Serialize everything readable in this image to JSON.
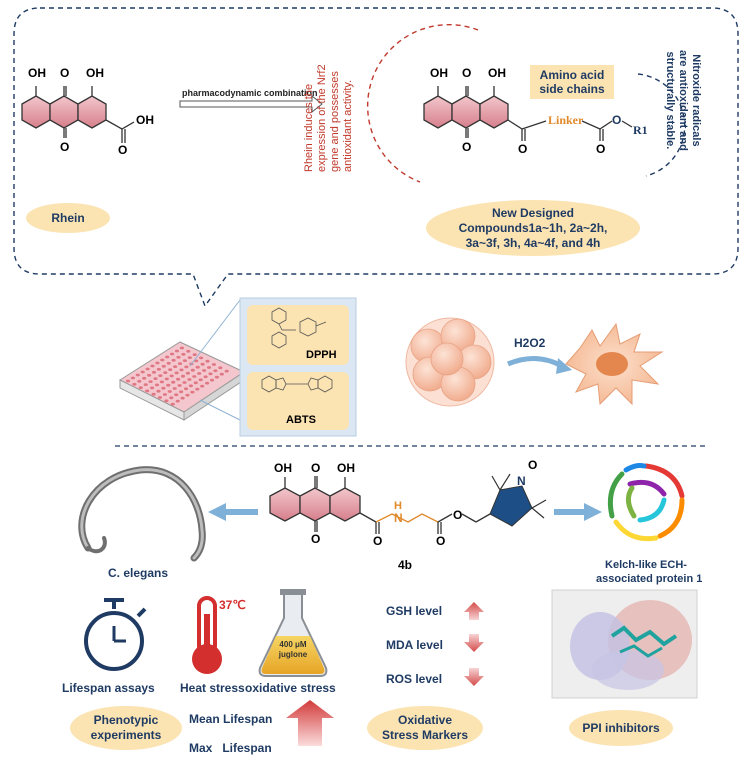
{
  "top_panel": {
    "rhein_label": "Rhein",
    "arrow_label": "pharmacodynamic combination",
    "rhein_note": [
      "Rhein induces the",
      "expression of the Nrf2",
      "gene and possesses",
      "antioxidant activity."
    ],
    "amino_box": [
      "Amino acid",
      "side chains"
    ],
    "linker_label": "Linker",
    "r1_label": "R1",
    "nitroxide_note": [
      "Nitroxide radicals",
      "are antioxidant and",
      "structurally stable."
    ],
    "new_compounds": [
      "New Designed",
      "Compounds1a~1h, 2a~2h,",
      "3a~3f, 3h, 4a~4f, and 4h"
    ]
  },
  "chem_labels": {
    "oh": "OH",
    "o": "O",
    "oh_acid": "OH",
    "o_sub": "O",
    "o_dot": "O",
    "n": "N",
    "h": "H"
  },
  "assays": {
    "dpph": "DPPH",
    "abts": "ABTS",
    "h2o2": "H2O2"
  },
  "bottom_panel": {
    "worm_label": "C. elegans",
    "compound_label": "4b",
    "protein_label": [
      "Kelch-like ECH-",
      "associated protein 1"
    ],
    "lifespan_assays": "Lifespan assays",
    "heat_stress": "Heat stress",
    "temperature": "37℃",
    "oxidative_stress": "oxidative stress",
    "flask_text": [
      "400 μM",
      "juglone"
    ],
    "phenotypic": [
      "Phenotypic",
      "experiments"
    ],
    "mean_lifespan": "Mean Lifespan",
    "max_lifespan": "Max   Lifespan",
    "gsh": "GSH level",
    "mda": "MDA level",
    "ros": "ROS level",
    "oxidative_markers": [
      "Oxidative",
      "Stress Markers"
    ],
    "ppi": "PPI inhibitors"
  },
  "colors": {
    "navy": "#1f3b63",
    "red": "#c0392b",
    "rose": "#d98a93",
    "pill": "#fbe3b2",
    "orange": "#e08a2c",
    "teal": "#1d4f86"
  }
}
